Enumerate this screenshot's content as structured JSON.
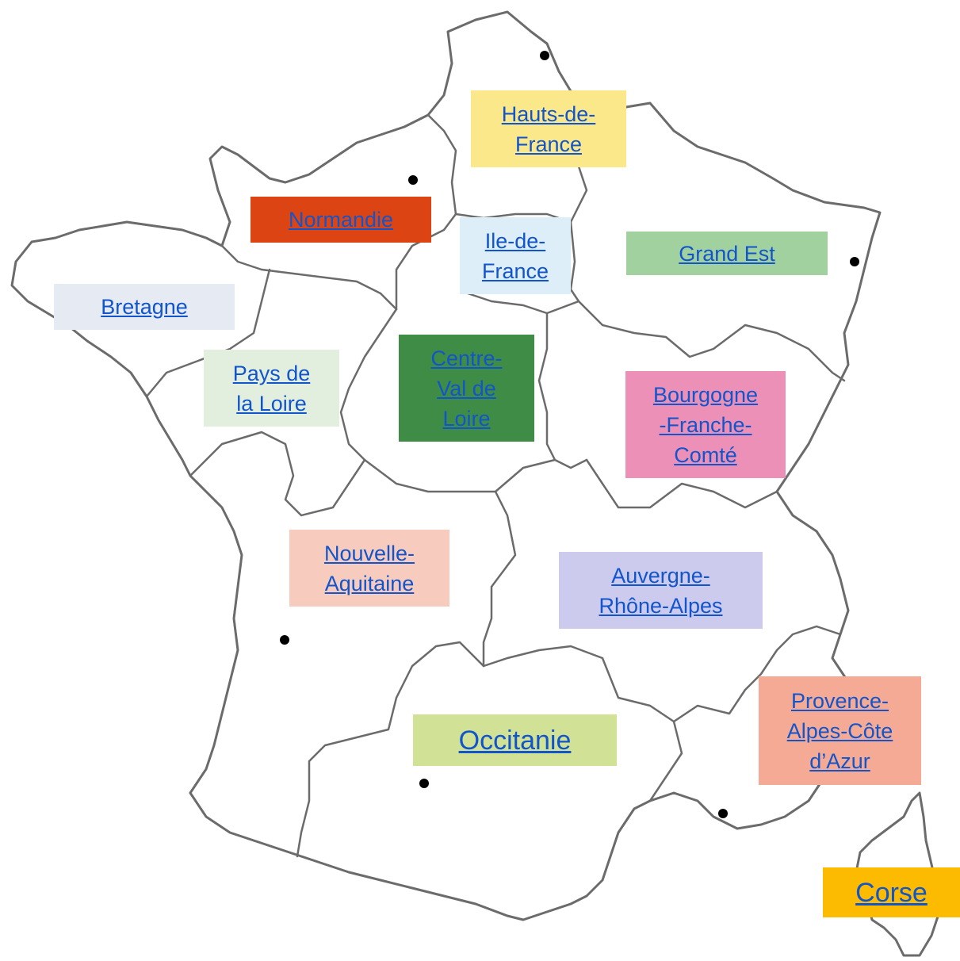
{
  "map": {
    "regions": [
      {
        "id": "hdf",
        "label": "Hauts-de-\nFrance",
        "bg": "#fbe88b"
      },
      {
        "id": "nor",
        "label": "Normandie",
        "bg": "#dd4414"
      },
      {
        "id": "idf",
        "label": "Ile-de-\nFrance",
        "bg": "#ddeef8"
      },
      {
        "id": "ge",
        "label": "Grand Est",
        "bg": "#a2d1a0"
      },
      {
        "id": "bre",
        "label": "Bretagne",
        "bg": "#e6eaf3"
      },
      {
        "id": "pdl",
        "label": "Pays de\nla Loire",
        "bg": "#e2efdf"
      },
      {
        "id": "cvl",
        "label": "Centre-\nVal de\nLoire",
        "bg": "#3f8c46"
      },
      {
        "id": "bfc",
        "label": "Bourgogne\n-Franche-\nComté",
        "bg": "#ed90b8"
      },
      {
        "id": "naq",
        "label": "Nouvelle-\nAquitaine",
        "bg": "#f7cbbd"
      },
      {
        "id": "ara",
        "label": "Auvergne-\nRhône-Alpes",
        "bg": "#cccbee"
      },
      {
        "id": "occ",
        "label": "Occitanie",
        "bg": "#d1e195"
      },
      {
        "id": "pac",
        "label": "Provence-\nAlpes-Côte\nd’Azur",
        "bg": "#f5aa96"
      },
      {
        "id": "cor",
        "label": "Corse",
        "bg": "#fdbb00"
      }
    ],
    "colors": {
      "outline": "#6b6b6b",
      "link": "#1155cc",
      "city_dot": "#000000"
    }
  }
}
